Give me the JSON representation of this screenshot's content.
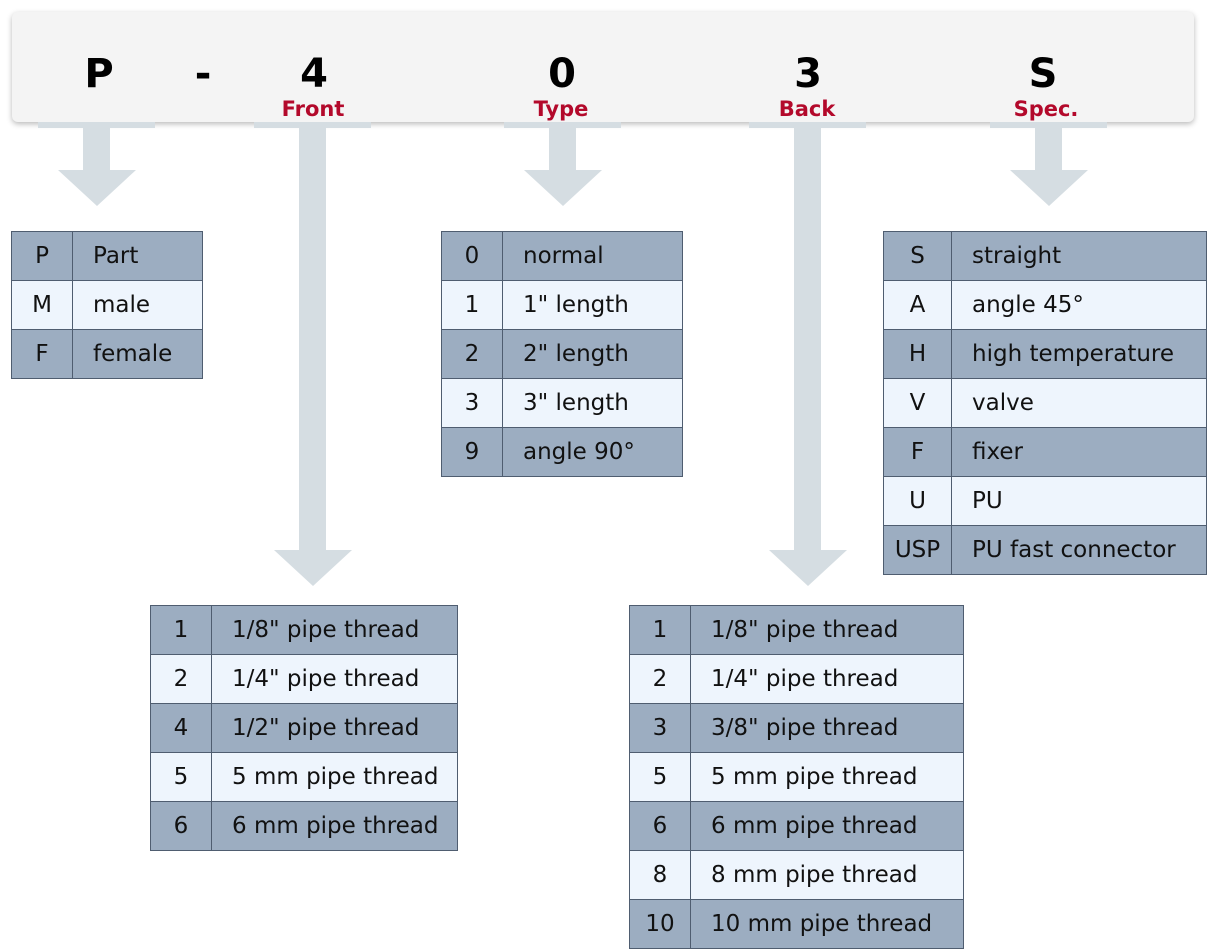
{
  "code": {
    "chars": [
      "P",
      "-",
      "4",
      "0",
      "3",
      "S"
    ],
    "labels": {
      "front": "Front",
      "type": "Type",
      "back": "Back",
      "spec": "Spec."
    }
  },
  "tables": {
    "part": [
      {
        "k": "P",
        "v": "Part"
      },
      {
        "k": "M",
        "v": "male"
      },
      {
        "k": "F",
        "v": "female"
      }
    ],
    "front": [
      {
        "k": "1",
        "v": "1/8\" pipe thread"
      },
      {
        "k": "2",
        "v": "1/4\" pipe thread"
      },
      {
        "k": "4",
        "v": "1/2\" pipe thread"
      },
      {
        "k": "5",
        "v": "5 mm pipe thread"
      },
      {
        "k": "6",
        "v": "6 mm pipe thread"
      }
    ],
    "type": [
      {
        "k": "0",
        "v": "normal"
      },
      {
        "k": "1",
        "v": "1\" length"
      },
      {
        "k": "2",
        "v": "2\" length"
      },
      {
        "k": "3",
        "v": "3\" length"
      },
      {
        "k": "9",
        "v": "angle 90°"
      }
    ],
    "back": [
      {
        "k": "1",
        "v": "1/8\" pipe thread"
      },
      {
        "k": "2",
        "v": "1/4\" pipe thread"
      },
      {
        "k": "3",
        "v": "3/8\" pipe thread"
      },
      {
        "k": "5",
        "v": "5 mm pipe thread"
      },
      {
        "k": "6",
        "v": "6 mm pipe thread"
      },
      {
        "k": "8",
        "v": "8 mm pipe thread"
      },
      {
        "k": "10",
        "v": "10 mm pipe thread"
      }
    ],
    "spec": [
      {
        "k": "S",
        "v": "straight"
      },
      {
        "k": "A",
        "v": "angle 45°"
      },
      {
        "k": "H",
        "v": "high temperature"
      },
      {
        "k": "V",
        "v": "valve"
      },
      {
        "k": "F",
        "v": "fixer"
      },
      {
        "k": "U",
        "v": "PU"
      },
      {
        "k": "USP",
        "v": "PU fast connector"
      }
    ]
  },
  "colors": {
    "label_red": "#b3092b",
    "arrow_gray": "#d5dde2",
    "row_dark": "#9cadc1",
    "row_light": "#eef5fd",
    "border": "#4f5d70"
  }
}
